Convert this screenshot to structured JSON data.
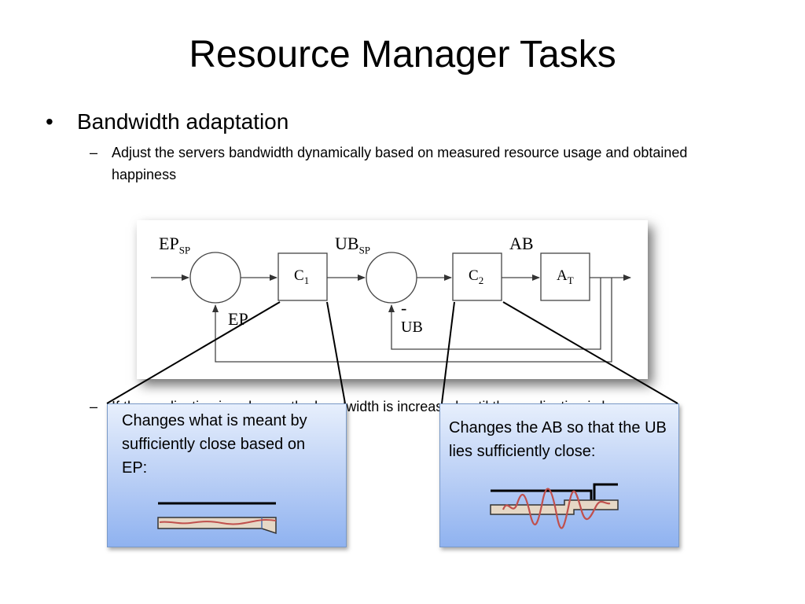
{
  "slide": {
    "title": "Resource Manager Tasks",
    "bullet": {
      "marker": "•",
      "text": "Bandwidth adaptation"
    },
    "sub_items": [
      {
        "marker": "–",
        "text": "Adjust the servers bandwidth dynamically based on measured resource usage and obtained happiness"
      },
      {
        "marker": "–",
        "text": "If the application is unhappy the bandwidth is increased until the application is happy"
      }
    ]
  },
  "diagram": {
    "labels": {
      "ep_sp": "EP",
      "ep_sp_sub": "SP",
      "ub_sp": "UB",
      "ub_sp_sub": "SP",
      "ab": "AB",
      "ep": "EP",
      "ub": "UB",
      "minus": "-"
    },
    "blocks": {
      "c1": "C",
      "c1_sub": "1",
      "c2": "C",
      "c2_sub": "2",
      "at": "A",
      "at_sub": "T"
    }
  },
  "callouts": {
    "left": "Changes what is meant by sufficiently close based on EP:",
    "right": "Changes the AB so that the UB lies sufficiently close:"
  },
  "colors": {
    "callout_top": "#e7effc",
    "callout_bottom": "#8fb2f0",
    "plot_line": "#c0504d",
    "plot_band": "#e6d8c6"
  }
}
